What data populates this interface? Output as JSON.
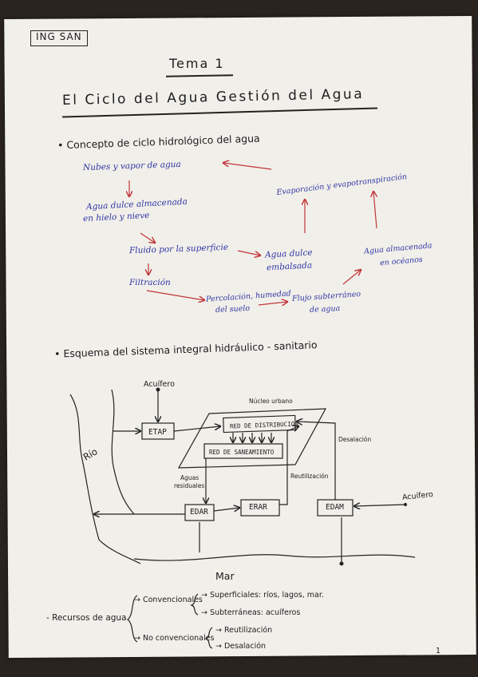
{
  "header_tag": "ING SAN",
  "title": {
    "line1": "Tema 1",
    "line2": "El Ciclo del Agua Gestión del Agua"
  },
  "hydro_cycle": {
    "heading": "• Concepto de ciclo hidrológico del agua",
    "clouds": "Nubes y vapor de agua",
    "freshwater_line1": "Agua dulce almacenada",
    "freshwater_line2": "en hielo y nieve",
    "surface_flow": "Fluido por la superficie",
    "stored_freshwater_line1": "Agua dulce",
    "stored_freshwater_line2": "embalsada",
    "filtration": "Filtración",
    "percolation_line1": "Percolación, humedad",
    "percolation_line2": "del suelo",
    "underground_line1": "Flujo subterráneo",
    "underground_line2": "de agua",
    "evaporation": "Evaporación y evapotranspiración",
    "ocean_line1": "Agua almacenada",
    "ocean_line2": "en océanos"
  },
  "system": {
    "heading": "• Esquema del sistema integral hidráulico - sanitario",
    "aquifer_top": "Acuífero",
    "urban_core": "Núcleo urbano",
    "etap": "ETAP",
    "distribution": "RED DE DISTRIBUCIÓN",
    "sanitation": "RED DE SANEAMIENTO",
    "river": "Río",
    "wastewater_line1": "Aguas",
    "wastewater_line2": "residuales",
    "reuse": "Reutilización",
    "desalination_side": "Desalación",
    "edar": "EDAR",
    "erar": "ERAR",
    "edam": "EDAM",
    "aquifer_right": "Acuífero",
    "sea": "Mar"
  },
  "resources": {
    "label": "- Recursos de agua",
    "conventional": "→ Convencionales",
    "surface": "→ Superficiales: ríos, lagos, mar.",
    "underground": "→ Subterráneas: acuíferos",
    "non_conventional": "→ No convencionales",
    "reuse": "→ Reutilización",
    "desalination": "→ Desalación"
  },
  "page_number": "1",
  "colors": {
    "paper": "#f1efe9",
    "blue_ink": "#2f35a6",
    "black_ink": "#1c1c1f",
    "red_ink": "#c0353a"
  }
}
